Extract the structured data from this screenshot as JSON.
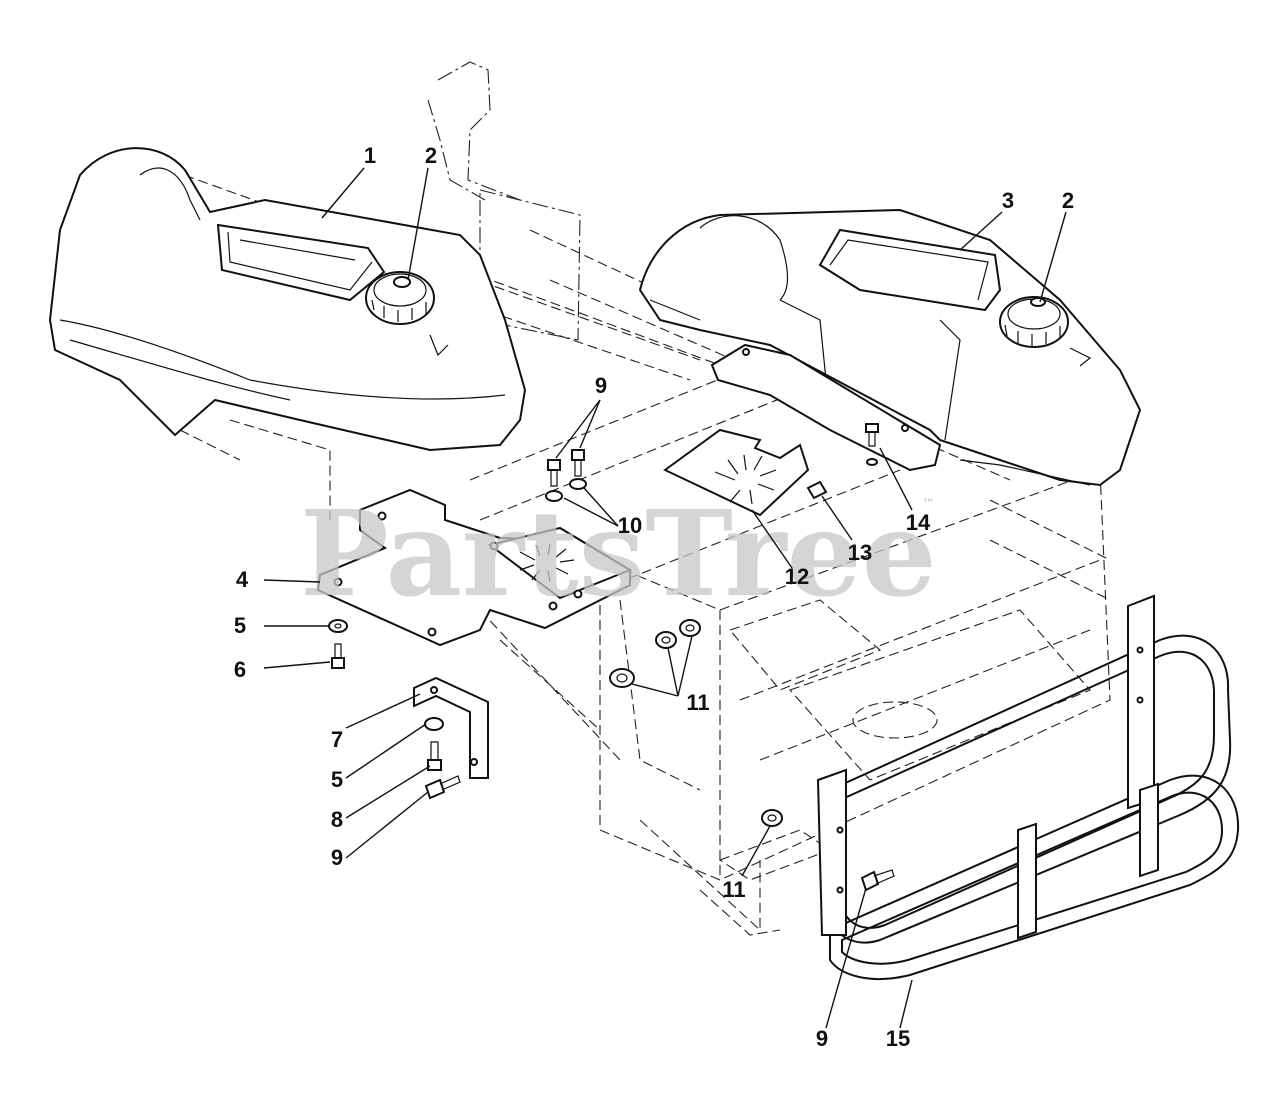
{
  "watermark": {
    "text": "PartsTree",
    "trademark": "™"
  },
  "callouts": [
    {
      "id": "c1",
      "label": "1"
    },
    {
      "id": "c2a",
      "label": "2"
    },
    {
      "id": "c2b",
      "label": "2"
    },
    {
      "id": "c3",
      "label": "3"
    },
    {
      "id": "c4",
      "label": "4"
    },
    {
      "id": "c5a",
      "label": "5"
    },
    {
      "id": "c5b",
      "label": "5"
    },
    {
      "id": "c6",
      "label": "6"
    },
    {
      "id": "c7",
      "label": "7"
    },
    {
      "id": "c8",
      "label": "8"
    },
    {
      "id": "c9a",
      "label": "9"
    },
    {
      "id": "c9b",
      "label": "9"
    },
    {
      "id": "c9c",
      "label": "9"
    },
    {
      "id": "c10",
      "label": "10"
    },
    {
      "id": "c11a",
      "label": "11"
    },
    {
      "id": "c11b",
      "label": "11"
    },
    {
      "id": "c12",
      "label": "12"
    },
    {
      "id": "c13",
      "label": "13"
    },
    {
      "id": "c14",
      "label": "14"
    },
    {
      "id": "c15",
      "label": "15"
    }
  ]
}
